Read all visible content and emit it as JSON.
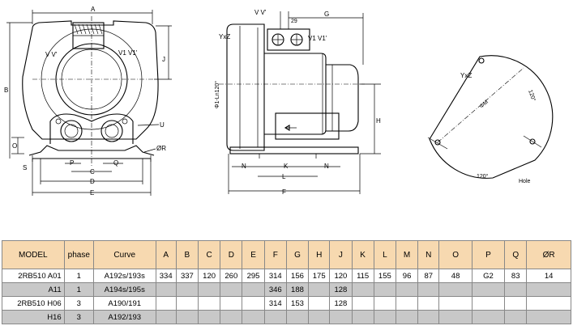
{
  "drawing": {
    "front_labels": {
      "A": "A",
      "B": "B",
      "C": "C",
      "D": "D",
      "E": "E",
      "J": "J",
      "O": "O",
      "P": "P",
      "Q": "Q",
      "S": "S",
      "U": "U",
      "R": "ØR",
      "vv_left": "V V'",
      "v1v1_left": "V1 V1'"
    },
    "side_labels": {
      "vv": "V V'",
      "dim29": "29",
      "G": "G",
      "v1v1": "V1 V1'",
      "yxz": "YxZ",
      "shaft": "Φ1-Ln120°",
      "H": "H",
      "N_left": "N",
      "K": "K",
      "N_right": "N",
      "L": "L",
      "F": "F"
    },
    "flange_labels": {
      "yxz": "YxZ",
      "angle_top": "120°",
      "m": "ΦM",
      "angle_bottom": "120°",
      "hole": "Hole"
    }
  },
  "table": {
    "headers": [
      "MODEL",
      "phase",
      "Curve",
      "A",
      "B",
      "C",
      "D",
      "E",
      "F",
      "G",
      "H",
      "J",
      "K",
      "L",
      "M",
      "N",
      "O",
      "P",
      "Q",
      "ØR"
    ],
    "rows": [
      [
        "2RB510  A01",
        "1",
        "A192s/193s",
        "334",
        "337",
        "120",
        "260",
        "295",
        "314",
        "156",
        "175",
        "120",
        "115",
        "155",
        "96",
        "87",
        "48",
        "G2",
        "83",
        "14"
      ],
      [
        "A11",
        "1",
        "A194s/195s",
        "",
        "",
        "",
        "",
        "",
        "346",
        "188",
        "",
        "128",
        "",
        "",
        "",
        "",
        "",
        "",
        "",
        ""
      ],
      [
        "2RB510  H06",
        "3",
        "A190/191",
        "",
        "",
        "",
        "",
        "",
        "314",
        "153",
        "",
        "128",
        "",
        "",
        "",
        "",
        "",
        "",
        "",
        ""
      ],
      [
        "H16",
        "3",
        "A192/193",
        "",
        "",
        "",
        "",
        "",
        "",
        "",
        "",
        "",
        "",
        "",
        "",
        "",
        "",
        "",
        "",
        ""
      ]
    ]
  }
}
